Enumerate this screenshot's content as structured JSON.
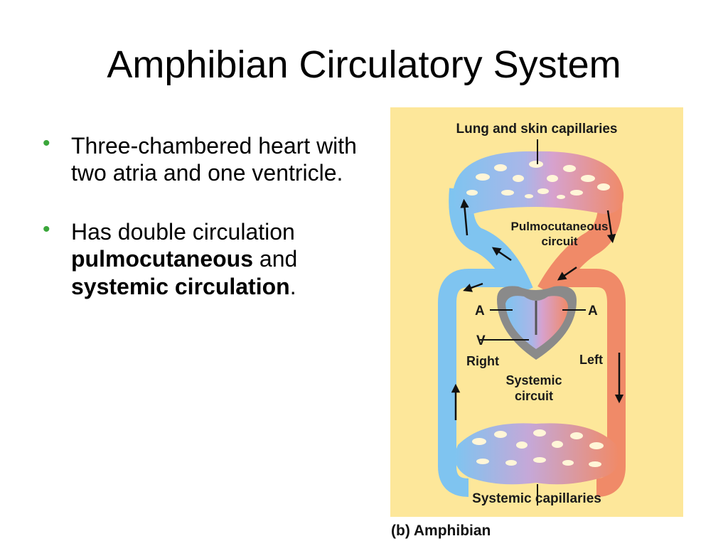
{
  "slide": {
    "title": "Amphibian Circulatory System",
    "bullets": [
      {
        "text": "Three-chambered heart with two atria and one ventricle."
      },
      {
        "prefix": "Has double circulation ",
        "bold1": "pulmocutaneous",
        "middle": " and ",
        "bold2": "systemic circulation",
        "suffix": "."
      }
    ]
  },
  "figure": {
    "labels": {
      "lung_capillaries": "Lung and skin capillaries",
      "pulmocutaneous_1": "Pulmocutaneous",
      "pulmocutaneous_2": "circuit",
      "atrium_left_side": "A",
      "atrium_right_side": "A",
      "ventricle": "V",
      "right": "Right",
      "left": "Left",
      "systemic_1": "Systemic",
      "systemic_2": "circuit",
      "systemic_capillaries": "Systemic capillaries"
    },
    "caption": "(b) Amphibian",
    "colors": {
      "background": "#fde79a",
      "deoxygenated": "#7fc4f0",
      "oxygenated": "#f08a68",
      "heart": "#8a8a8a",
      "arrow": "#111111",
      "bullet": "#3aa63a"
    }
  }
}
